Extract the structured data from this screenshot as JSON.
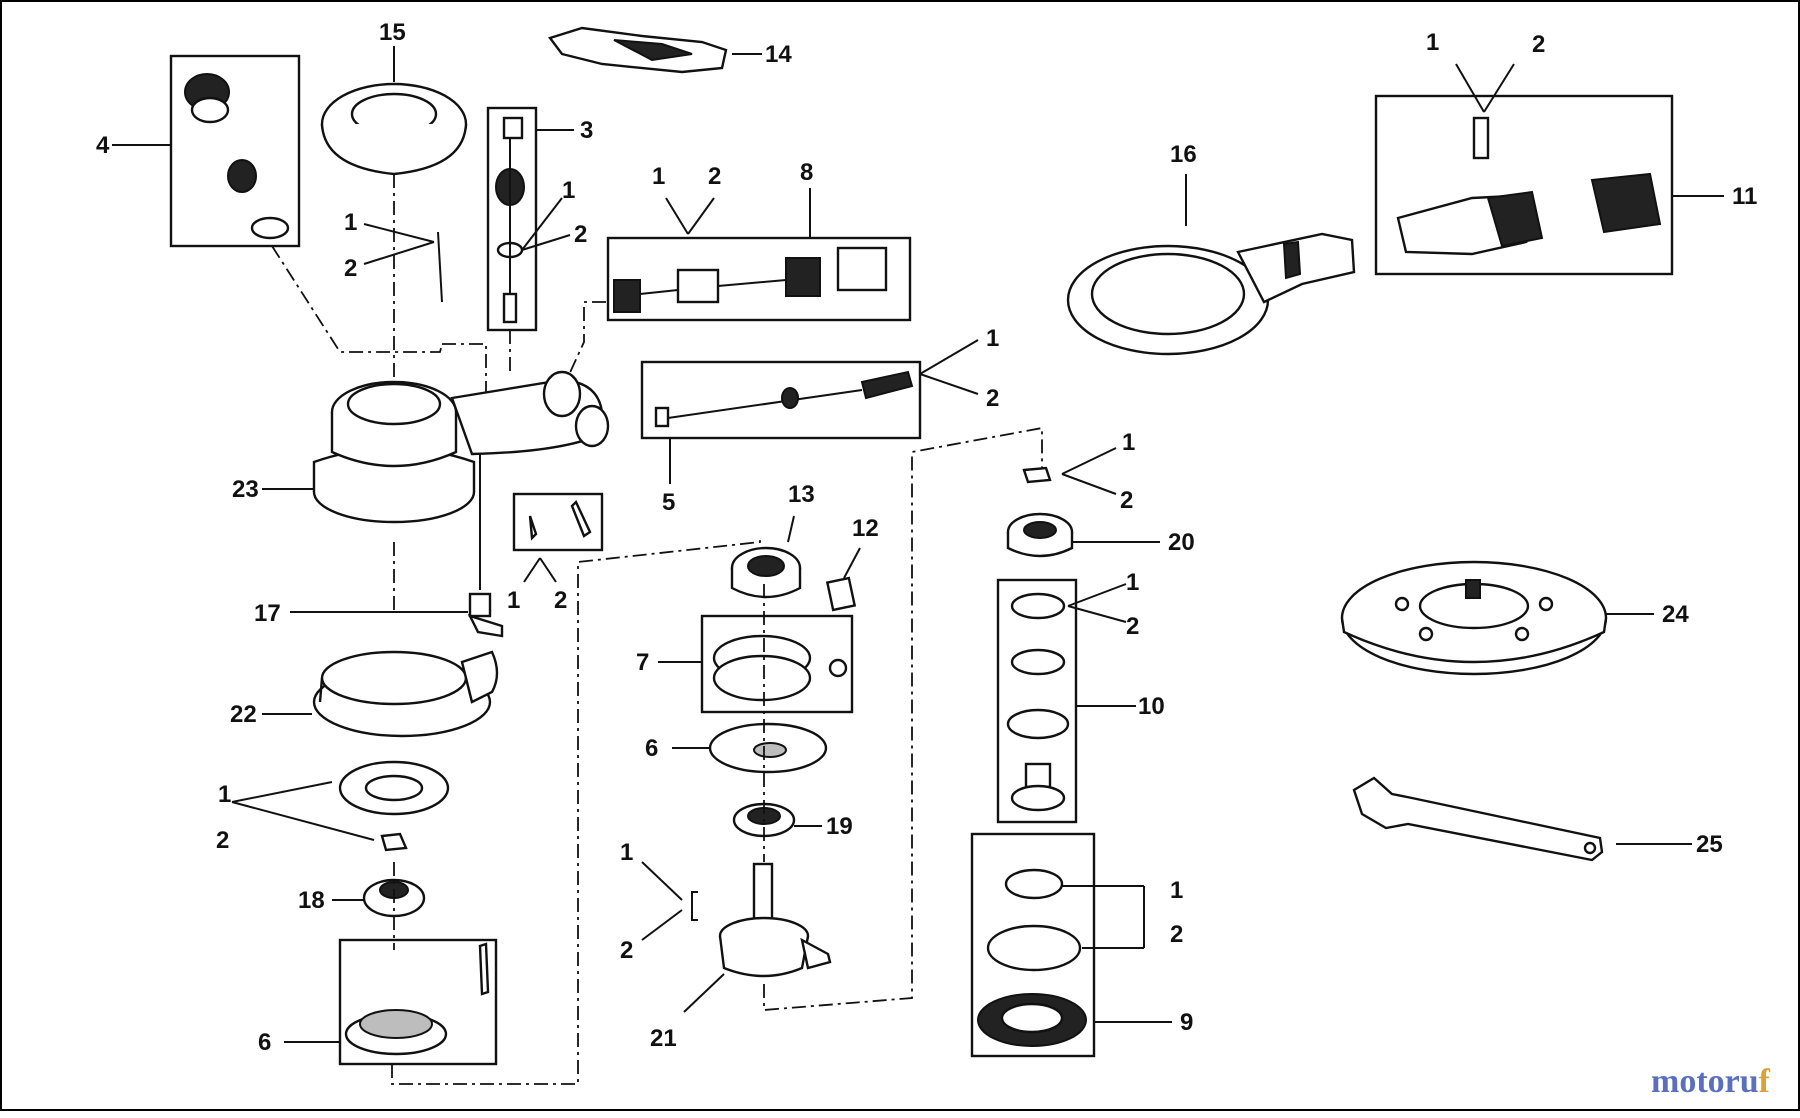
{
  "diagram": {
    "callouts": {
      "c1a": "1",
      "c2a": "2",
      "c1b": "1",
      "c2b": "2",
      "c1c": "1",
      "c2c": "2",
      "c1d": "1",
      "c2d": "2",
      "c1e": "1",
      "c2e": "2",
      "c1f": "1",
      "c2f": "2",
      "c1g": "1",
      "c2g": "2",
      "c1h": "1",
      "c2h": "2",
      "c1i": "1",
      "c2i": "2",
      "c1j": "1",
      "c2j": "2",
      "c1k": "1",
      "c2k": "2",
      "p3": "3",
      "p4": "4",
      "p5": "5",
      "p6a": "6",
      "p6b": "6",
      "p7": "7",
      "p8": "8",
      "p9": "9",
      "p10": "10",
      "p11": "11",
      "p12": "12",
      "p13": "13",
      "p14": "14",
      "p15": "15",
      "p16": "16",
      "p17": "17",
      "p18": "18",
      "p19": "19",
      "p20": "20",
      "p21": "21",
      "p22": "22",
      "p23": "23",
      "p24": "24",
      "p25": "25"
    }
  },
  "watermark": {
    "part1": "motoru",
    "part2": "f"
  }
}
